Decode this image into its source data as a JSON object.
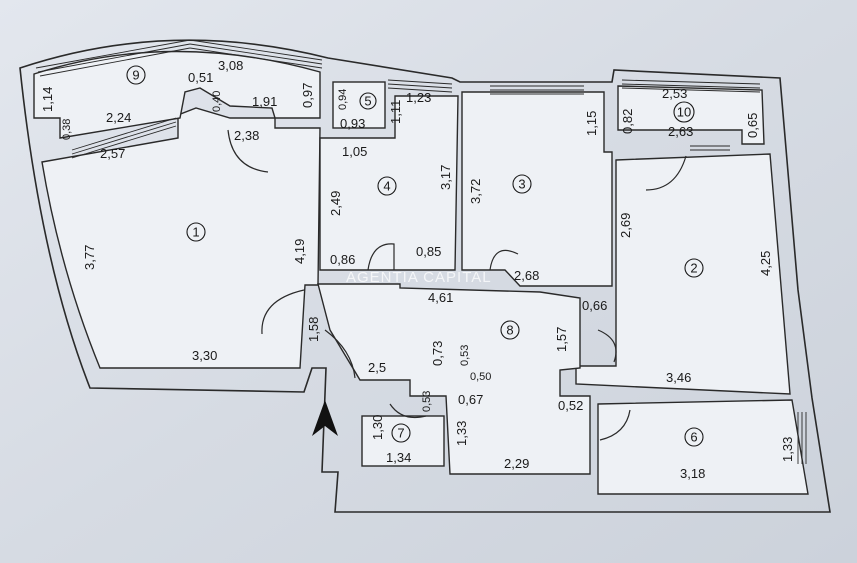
{
  "watermark": "AGENTIA CAPITAL",
  "rooms": [
    "1",
    "2",
    "3",
    "4",
    "5",
    "6",
    "7",
    "8",
    "9",
    "10"
  ],
  "dimensions": {
    "d_308": "3,08",
    "d_051": "0,51",
    "d_040": "0,40",
    "d_191": "1,91",
    "d_097": "0,97",
    "d_114": "1,14",
    "d_224": "2,24",
    "d_038": "0,38",
    "d_257": "2,57",
    "d_238": "2,38",
    "d_094": "0,94",
    "d_123": "1,23",
    "d_093": "0,93",
    "d_111": "1,11",
    "d_105": "1,05",
    "d_249": "2,49",
    "d_317": "3,17",
    "d_372": "3,72",
    "d_115": "1,15",
    "d_253": "2,53",
    "d_082": "0,82",
    "d_263": "2,63",
    "d_065": "0,65",
    "d_269": "2,69",
    "d_425": "4,25",
    "d_377": "3,77",
    "d_419": "4,19",
    "d_086": "0,86",
    "d_085": "0,85",
    "d_268": "2,68",
    "d_461": "4,61",
    "d_066": "0,66",
    "d_157": "1,57",
    "d_158": "1,58",
    "d_330": "3,30",
    "d_073": "0,73",
    "d_053a": "0,53",
    "d_050": "0,50",
    "d_25": "2,5",
    "d_053b": "0,53",
    "d_130": "1,30",
    "d_067": "0,67",
    "d_133a": "1,33",
    "d_134": "1,34",
    "d_229": "2,29",
    "d_052": "0,52",
    "d_346": "3,46",
    "d_318": "3,18",
    "d_133b": "1,33"
  }
}
